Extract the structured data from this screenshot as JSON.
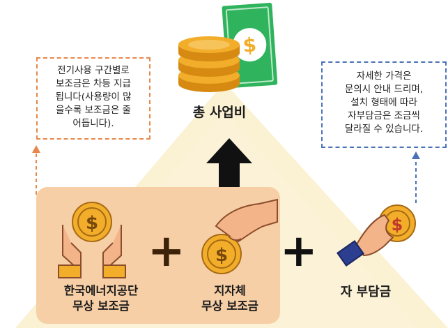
{
  "title": "총 사업비",
  "note_left": [
    "전기사용 구간별로",
    "보조금은 차등 지급",
    "됩니다(사용량이 많",
    "을수록 보조금은 줄",
    "어듭니다)."
  ],
  "note_right": [
    "자세한 가격은",
    "문의시  안내 드리며,",
    "설치 형태에 따라",
    "자부담금은 조금씩",
    "달라질 수 있습니다."
  ],
  "source_a": [
    "한국에너지공단",
    "무상 보조금"
  ],
  "source_b": [
    "지자체",
    "무상 보조금"
  ],
  "source_c": "자 부담금",
  "plus_symbol": "+",
  "icons": [
    "money-stack-icon",
    "hands-coin-icon",
    "hand-coin-icon",
    "hand-holding-coin-icon",
    "up-arrow-icon",
    "plus-icon"
  ],
  "colors": {
    "pyramid": "#fbf1d3",
    "box": "#f7cfa6",
    "coin": "#f2ad2a",
    "coin_dark": "#d68a12",
    "bill": "#2fb35c",
    "left_dash": "#e8874a",
    "right_dash": "#4a72b8",
    "dark": "#111111"
  }
}
